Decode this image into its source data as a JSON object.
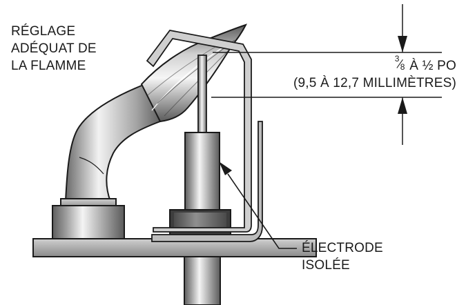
{
  "flame_label": {
    "line1": "RÉGLAGE",
    "line2": "ADÉQUAT DE",
    "line3": "LA FLAMME"
  },
  "dimension_label": {
    "fraction_numerator": "3",
    "fraction_denominator": "8",
    "range_rest": "À ½ PO",
    "metric": "(9,5 À 12,7 MILLIMÈTRES)"
  },
  "electrode_label": {
    "line1": "ÉLECTRODE",
    "line2": "ISOLÉE"
  },
  "colors": {
    "outline": "#1a1a1a",
    "metal_light": "#e6e6e6",
    "metal_dark": "#6f6f6f",
    "background": "#ffffff"
  }
}
